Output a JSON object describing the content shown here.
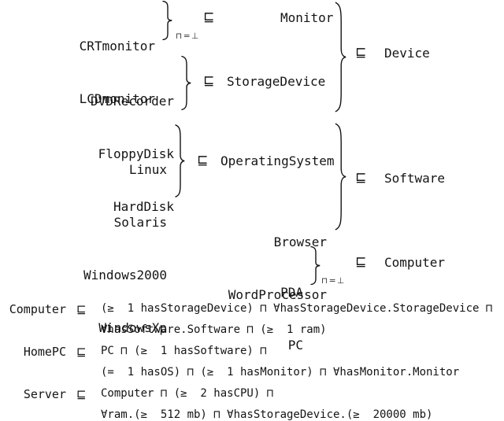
{
  "palette": {
    "background": "#ffffff",
    "ink": "#141414",
    "subscript_ink": "#333333"
  },
  "notation": {
    "subsumption": "⊑",
    "disjointness": "⊓=⊥"
  },
  "hierarchy": {
    "device": {
      "parent": "Device",
      "relation": "⊑",
      "monitor_group": {
        "members": [
          "CRTmonitor",
          "LCDmonitor"
        ],
        "disjointness": "⊓=⊥",
        "relation": "⊑",
        "parent": "Monitor"
      },
      "storage_group": {
        "members": [
          "DVDRecorder",
          "FloppyDisk",
          "HardDisk"
        ],
        "relation": "⊑",
        "parent": "StorageDevice"
      }
    },
    "software": {
      "parent": "Software",
      "relation": "⊑",
      "os_group": {
        "members": [
          "Linux",
          "Solaris",
          "Windows2000",
          "WindowsXp"
        ],
        "relation": "⊑",
        "parent": "OperatingSystem"
      },
      "application_group": {
        "members": [
          "Browser",
          "WordProcessor"
        ]
      }
    },
    "computer": {
      "group": {
        "members": [
          "PDA",
          "PC"
        ],
        "disjointness": "⊓=⊥",
        "relation": "⊑",
        "parent": "Computer"
      }
    }
  },
  "axioms": [
    {
      "concept": "Computer",
      "relation": "⊑",
      "line1": "(≥  1 hasStorageDevice) ⊓ ∀hasStorageDevice.StorageDevice ⊓",
      "line2": "∀hasSoftware.Software ⊓ (≥  1 ram)"
    },
    {
      "concept": "HomePC",
      "relation": "⊑",
      "line1": "PC ⊓ (≥  1 hasSoftware) ⊓",
      "line2": "(=  1 hasOS) ⊓ (≥  1 hasMonitor) ⊓ ∀hasMonitor.Monitor"
    },
    {
      "concept": "Server",
      "relation": "⊑",
      "line1": "Computer ⊓ (≥  2 hasCPU) ⊓",
      "line2": "∀ram.(≥  512 mb) ⊓ ∀hasStorageDevice.(≥  20000 mb)"
    }
  ]
}
